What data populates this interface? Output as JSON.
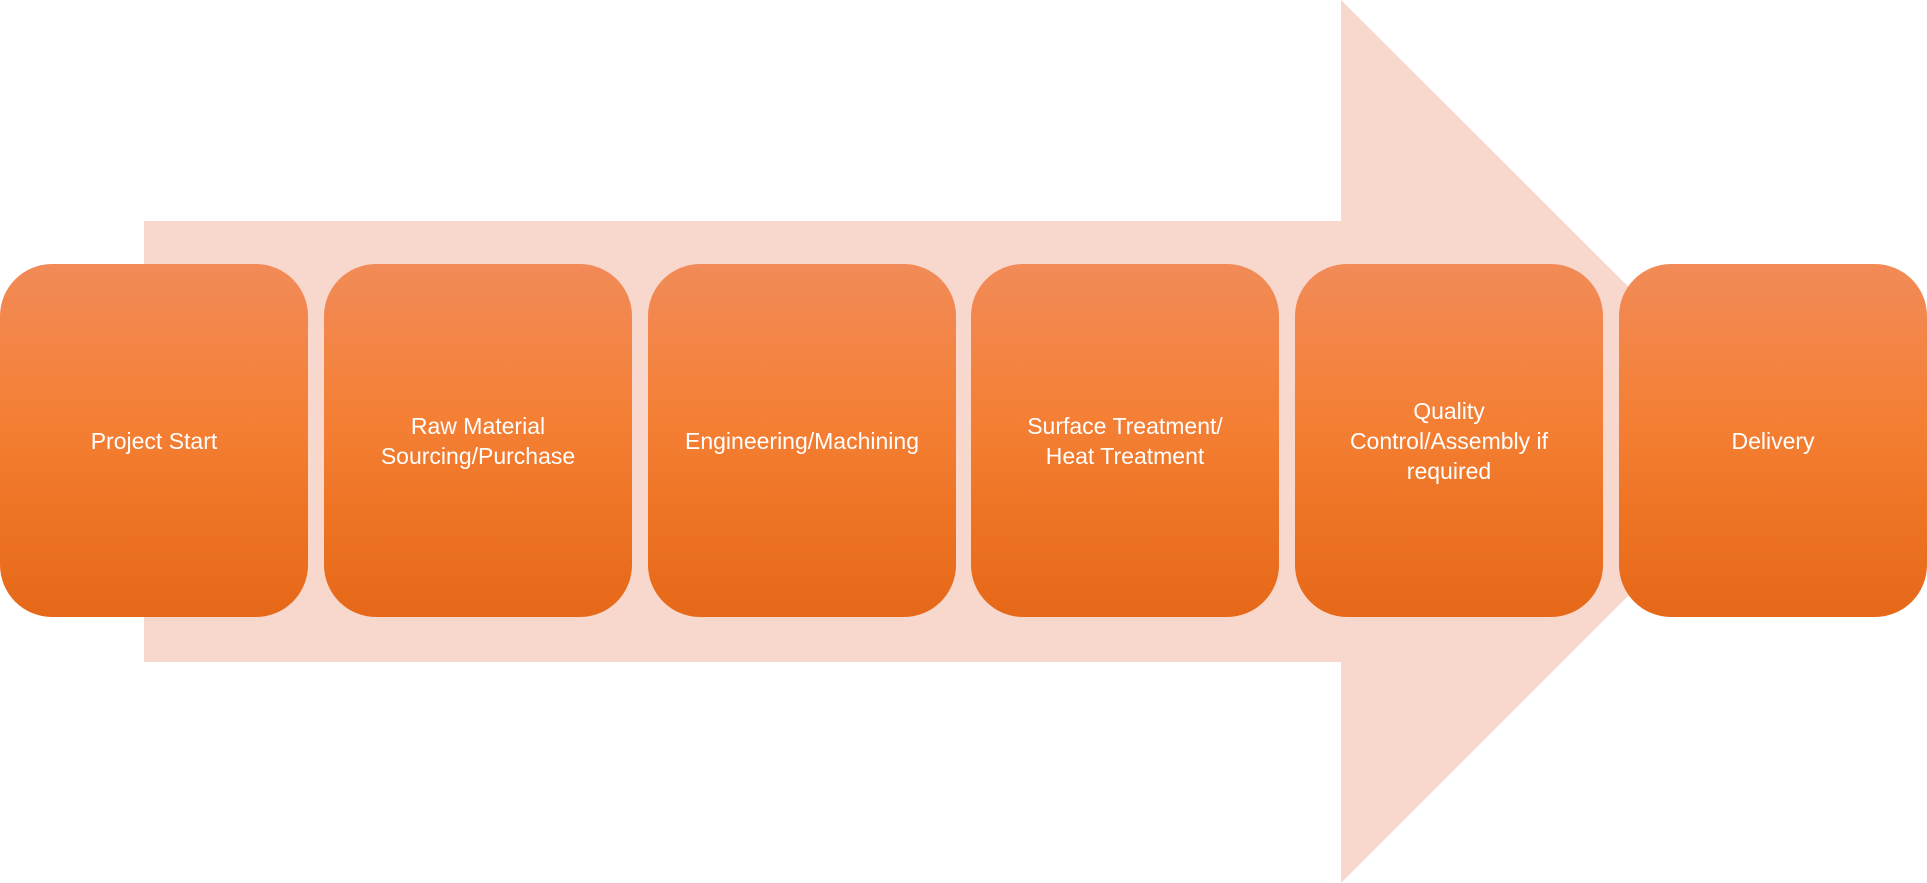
{
  "colors": {
    "arrow_fill": "#f8d7cd",
    "step_top": "#f28b58",
    "step_bottom": "#e66819",
    "step_text": "#ffffff"
  },
  "steps": [
    {
      "label": "Project Start"
    },
    {
      "label": "Raw Material\nSourcing/Purchase"
    },
    {
      "label": "Engineering/Machining"
    },
    {
      "label": "Surface Treatment/\nHeat Treatment"
    },
    {
      "label": "Quality\nControl/Assembly if\nrequired"
    },
    {
      "label": "Delivery"
    }
  ]
}
